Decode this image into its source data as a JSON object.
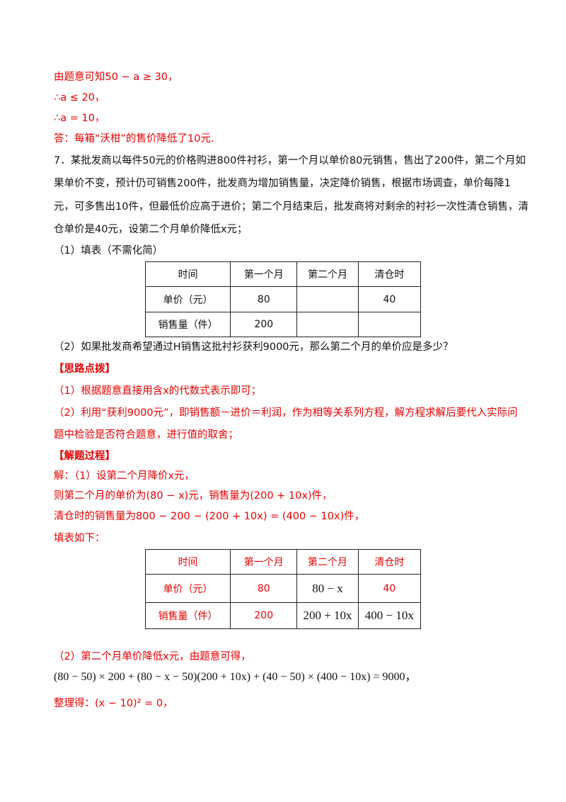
{
  "lines": {
    "l1": "由题意可知50 − a ≥ 30，",
    "l2": "∴a ≤ 20，",
    "l3": "∴a = 10，",
    "l4": "答：每箱“沃柑”的售价降低了10元.",
    "q7_1": "7．某批发商以每件50元的价格购进800件衬衫，第一个月以单价80元销售，售出了200件，第二个月如",
    "q7_2": "果单价不变，预计仍可销售200件，批发商为增加销售量，决定降价销售，根据市场调查，单价每降1",
    "q7_3": "元，可多售出10件，但最低价应高于进价；第二个月结束后，批发商将对剩余的衬衫一次性清仓销售，清",
    "q7_4": "仓单价是40元，设第二个月单价降低x元；",
    "q7_part1": "（1）填表（不需化简）",
    "q7_part2": "（2）如果批发商希望通过H销售这批衬衫获利9000元，那么第二个月的单价应是多少？",
    "hint_title": "【思路点拨】",
    "hint_1": "（1）根据题意直接用含x的代数式表示即可；",
    "hint_2a": "（2）利用“获利9000元”，即销售额－进价＝利润，作为相等关系列方程，解方程求解后要代入实际问",
    "hint_2b": "题中检验是否符合题意，进行值的取舍；",
    "sol_title": "【解题过程】",
    "sol_1": "解：（1）设第二个月降价x元，",
    "sol_2": "则第二个月的单价为(80 − x)元，销售量为(200 + 10x)件，",
    "sol_3": "清仓时的销售量为800 − 200 − (200 + 10x) = (400 − 10x)件，",
    "sol_4": "填表如下：",
    "sol_5": "（2）第二个月单价降低x元，由题意可得，",
    "sol_6": "(80 − 50) × 200 + (80 − x − 50)(200 + 10x) + (40 − 50) × (400 − 10x) = 9000，",
    "sol_7": "整理得：(x − 10)² = 0，"
  },
  "table1": {
    "header": [
      "时间",
      "第一个月",
      "第二个月",
      "清仓时"
    ],
    "rows": [
      [
        "单价（元）",
        "80",
        "",
        "40"
      ],
      [
        "销售量（件）",
        "200",
        "",
        ""
      ]
    ]
  },
  "table2": {
    "header": [
      "时间",
      "第一个月",
      "第二个月",
      "清仓时"
    ],
    "rows": [
      [
        "单价（元）",
        "80",
        "80 − x",
        "40"
      ],
      [
        "销售量（件）",
        "200",
        "200 + 10x",
        "400 − 10x"
      ]
    ]
  },
  "colors": {
    "answer_red": "#e60000",
    "text": "#111111"
  }
}
